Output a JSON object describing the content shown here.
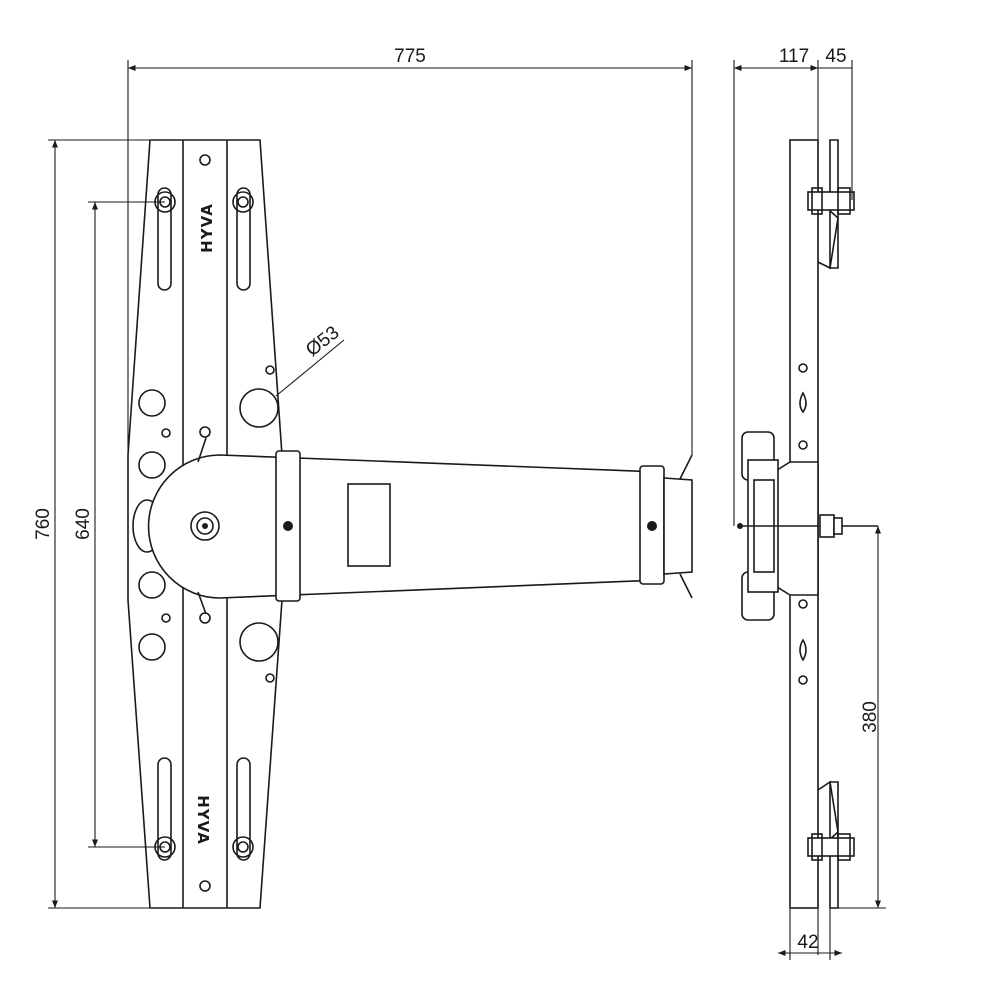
{
  "dimensions": {
    "overall_width": "775",
    "overall_height": "760",
    "hole_spacing": "640",
    "hole_diameter": "Ø53",
    "side_depth": "117",
    "side_offset": "45",
    "center_to_bottom": "380",
    "plate_thickness": "42"
  },
  "branding": {
    "upper_mark": "HYVA",
    "lower_mark": "HYVA"
  },
  "colors": {
    "line": "#1a1a1a",
    "background": "#ffffff"
  }
}
